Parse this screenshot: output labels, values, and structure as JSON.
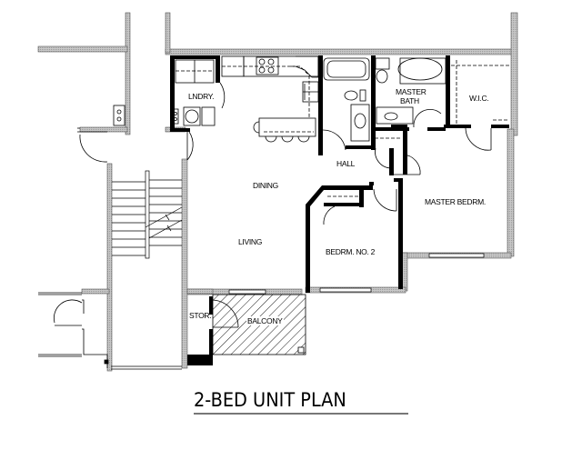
{
  "plan": {
    "title": "2-BED UNIT PLAN",
    "rooms": {
      "laundry": "LNDRY.",
      "master_bath_line1": "MASTER",
      "master_bath_line2": "BATH",
      "wic": "W.I.C.",
      "hall": "HALL",
      "dining": "DINING",
      "living": "LIVING",
      "master_bedroom": "MASTER BEDRM.",
      "bedroom2": "BEDRM. NO. 2",
      "storage": "STOR.",
      "balcony": "BALCONY"
    }
  },
  "colors": {
    "wall": "#000000",
    "exterior_wall_fill": "#bdbdbd",
    "title_rule": "#777777"
  }
}
